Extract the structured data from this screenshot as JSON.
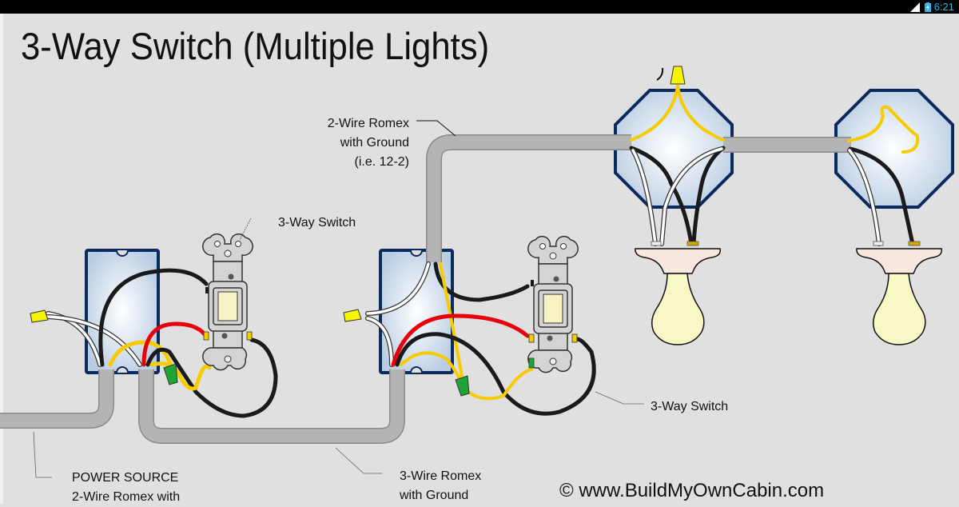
{
  "status_bar": {
    "time": "6:21",
    "icons": [
      "signal-icon",
      "battery-charging-icon"
    ]
  },
  "diagram": {
    "title": "3-Way Switch (Multiple Lights)",
    "labels": {
      "romex_2wire_top": [
        "2-Wire Romex",
        "with Ground",
        "(i.e. 12-2)"
      ],
      "switch_1": "3-Way Switch",
      "switch_2": "3-Way Switch",
      "power_source": [
        "POWER SOURCE",
        "2-Wire Romex with"
      ],
      "romex_3wire": [
        "3-Wire Romex",
        "with Ground"
      ]
    },
    "copyright": "© www.BuildMyOwnCabin.com",
    "colors": {
      "background": "#e0e0e0",
      "box_border": "#0b2a5e",
      "box_fill": "#c8d8ea",
      "cable": "#b4b4b4",
      "hot_wire": "#1a1a1a",
      "neutral_wire": "#ffffff",
      "ground_wire": "#f5cc00",
      "traveler_red": "#e8000b",
      "wire_nut_yellow": "#f5f500",
      "wire_nut_green": "#1fa535",
      "switch_body": "#d4d4d4",
      "toggle": "#f6f2c4",
      "bulb": "#f8f7c6",
      "socket": "#f8e6df"
    }
  }
}
